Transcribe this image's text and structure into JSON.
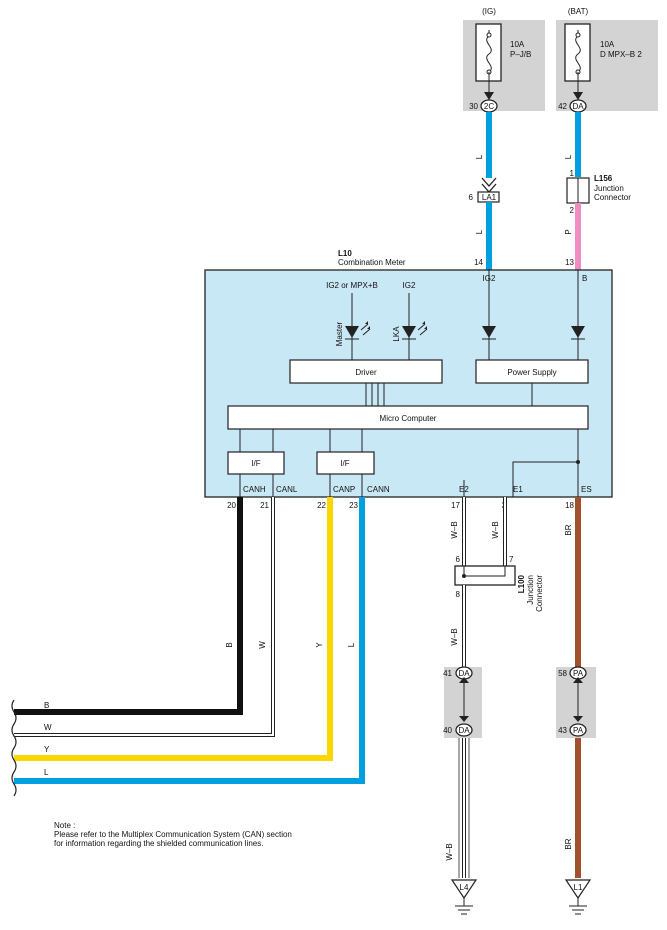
{
  "colors": {
    "wire_L": "#00a0e0",
    "wire_P": "#f08cc0",
    "wire_BR": "#a0522d",
    "wire_B": "#111111",
    "wire_Y": "#ffd700",
    "meter_fill": "#c9e8f5",
    "fuse_box": "#d3d3d3"
  },
  "power": {
    "ig": {
      "label": "(IG)",
      "amp": "10A",
      "fuse": "P–J/B",
      "pin": "30",
      "conn": "2C",
      "wire": "L"
    },
    "bat": {
      "label": "(BAT)",
      "amp": "10A",
      "fuse": "D MPX–B 2",
      "pin": "42",
      "conn": "DA",
      "wire": "L"
    }
  },
  "la1": {
    "pin": "6",
    "conn": "LA1",
    "wire": "L"
  },
  "l156": {
    "id": "L156",
    "name_line1": "Junction",
    "name_line2": "Connector",
    "pin_top": "1",
    "pin_bottom": "2",
    "wire": "P"
  },
  "meter": {
    "id": "L10",
    "name": "Combination Meter",
    "pin_ig2": "14",
    "pin_b": "13",
    "term_ig2": "IG2",
    "term_b": "B",
    "supply1": "IG2 or MPX+B",
    "supply2": "IG2",
    "led1": "Master",
    "led2": "LKA",
    "driver": "Driver",
    "power_supply": "Power Supply",
    "micro": "Micro Computer",
    "if1": "I/F",
    "if2": "I/F",
    "terms": [
      "CANH",
      "CANL",
      "CANP",
      "CANN",
      "E2",
      "E1",
      "ES"
    ],
    "pins": [
      "20",
      "21",
      "22",
      "23",
      "17",
      "3",
      "18"
    ]
  },
  "can_wires": [
    "B",
    "W",
    "Y",
    "L"
  ],
  "ground_wires": {
    "e2": "W–B",
    "e1": "W–B",
    "es": "BR"
  },
  "l100": {
    "id": "L100",
    "name_line1": "Junction",
    "name_line2": "Connector",
    "pin6": "6",
    "pin7": "7",
    "pin8": "8"
  },
  "da_conn": {
    "pin_top": "41",
    "pin_bottom": "40",
    "conn": "DA",
    "wire_mid": "W–B",
    "wire_low": "W–B"
  },
  "pa_conn": {
    "pin_top": "58",
    "pin_bottom": "43",
    "conn": "PA",
    "wire_low": "BR"
  },
  "grounds": {
    "left": "L4",
    "right": "L1"
  },
  "note": {
    "line1": "Note :",
    "line2": "Please refer to the Multiplex Communication System (CAN) section",
    "line3": "for information regarding the shielded communication lines."
  }
}
